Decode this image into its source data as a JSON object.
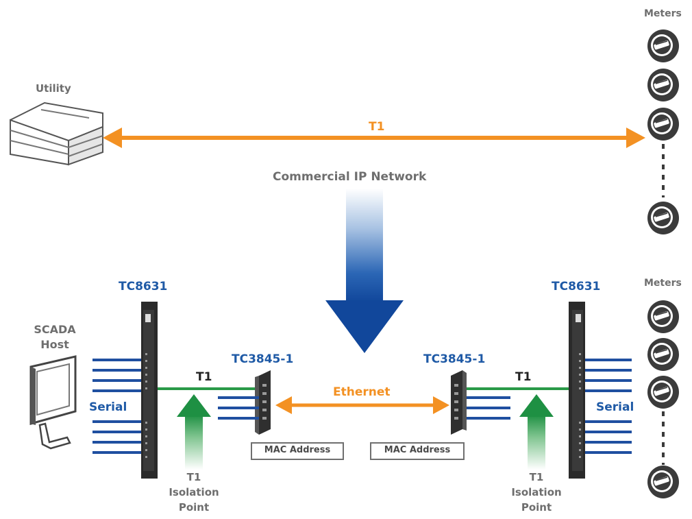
{
  "labels": {
    "utility": "Utility",
    "meters_top": "Meters",
    "meters_bottom": "Meters",
    "t1_top": "T1",
    "commercial_network": "Commercial IP Network",
    "tc8631_left": "TC8631",
    "tc8631_right": "TC8631",
    "scada_host": "SCADA\nHost",
    "serial_left": "Serial",
    "serial_right": "Serial",
    "tc3845_left": "TC3845-1",
    "tc3845_right": "TC3845-1",
    "t1_left_line": "T1",
    "t1_right_line": "T1",
    "ethernet": "Ethernet",
    "mac_left": "MAC Address",
    "mac_right": "MAC Address",
    "isolation_left": "T1\nIsolation\nPoint",
    "isolation_right": "T1\nIsolation\nPoint"
  },
  "colors": {
    "orange": "#f39123",
    "blue_text": "#1f5aa6",
    "serial_lines": "#1f4fa0",
    "green_line": "#2a9a48",
    "gray_text": "#6e6e6e",
    "device_dark": "#2a2a2a"
  },
  "icons": {
    "building": "utility-building-icon",
    "meter": "meter-icon",
    "monitor": "scada-monitor-icon",
    "rack": "rack-device-icon",
    "switch": "ethernet-switch-icon"
  }
}
